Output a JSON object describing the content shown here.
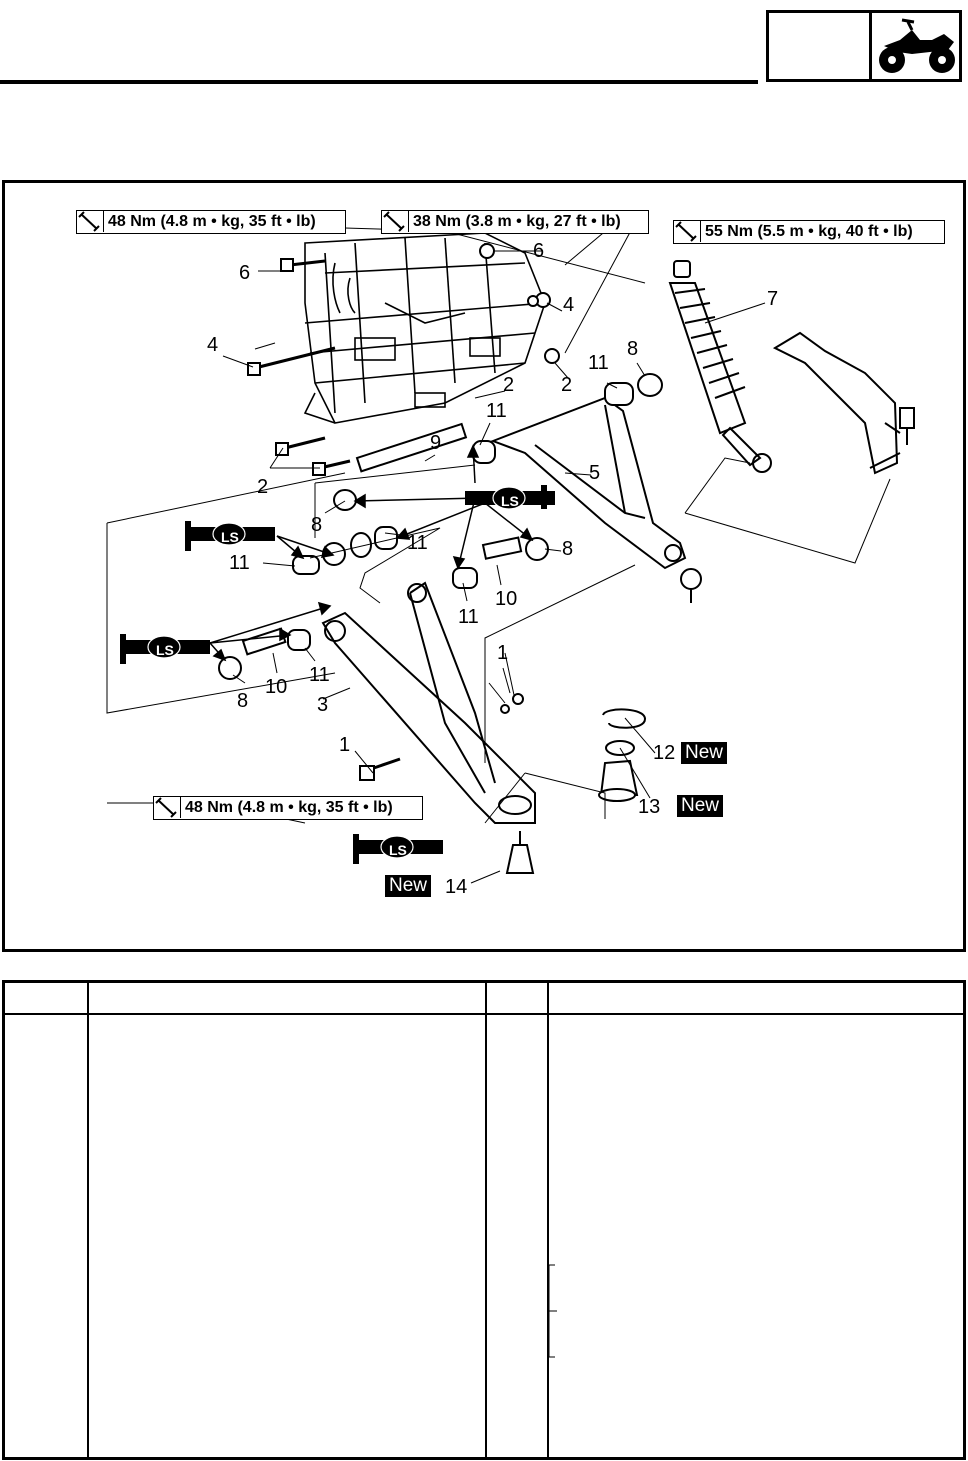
{
  "header": {
    "section_box_text": "",
    "icon": "atv-icon"
  },
  "diagram": {
    "torque_specs": [
      {
        "value": "48 Nm (4.8 m • kg, 35 ft • lb)"
      },
      {
        "value": "38 Nm (3.8 m • kg, 27 ft • lb)"
      },
      {
        "value": "55 Nm (5.5 m • kg, 40 ft • lb)"
      },
      {
        "value": "48 Nm (4.8 m • kg, 35 ft • lb)"
      }
    ],
    "lubricant_label": "LS",
    "new_label": "New",
    "callouts": [
      "6",
      "6",
      "4",
      "4",
      "2",
      "2",
      "2",
      "7",
      "8",
      "11",
      "11",
      "9",
      "5",
      "8",
      "11",
      "8",
      "11",
      "11",
      "10",
      "11",
      "1",
      "10",
      "8",
      "3",
      "1",
      "12",
      "13",
      "14"
    ]
  },
  "table": {
    "columns": [
      "",
      "",
      "",
      ""
    ],
    "rows": []
  }
}
